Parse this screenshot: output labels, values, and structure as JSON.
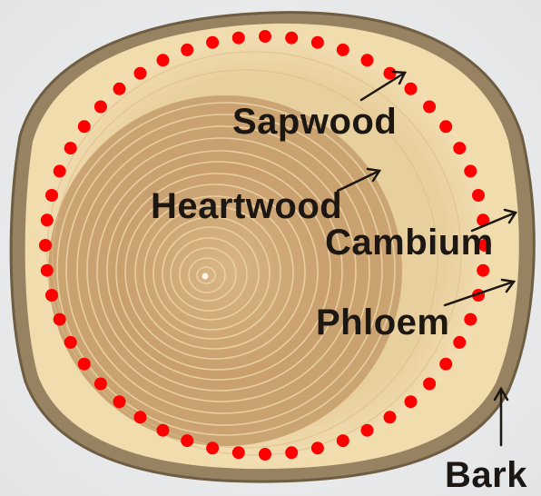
{
  "labels": {
    "sapwood": "Sapwood",
    "heartwood": "Heartwood",
    "cambium": "Cambium",
    "phloem": "Phloem",
    "bark": "Bark"
  },
  "colors": {
    "background": "#eef0f1",
    "bark": "#9a8565",
    "sapwood": "#ead3a4",
    "heartwood": "#c9a172",
    "ring_light": "#e6c898",
    "label_text": "#1c1712",
    "arrow": "#1c1712",
    "dots": "#ff0000"
  },
  "marker": {
    "style": "dotted-ellipse",
    "color": "#ff0000"
  }
}
